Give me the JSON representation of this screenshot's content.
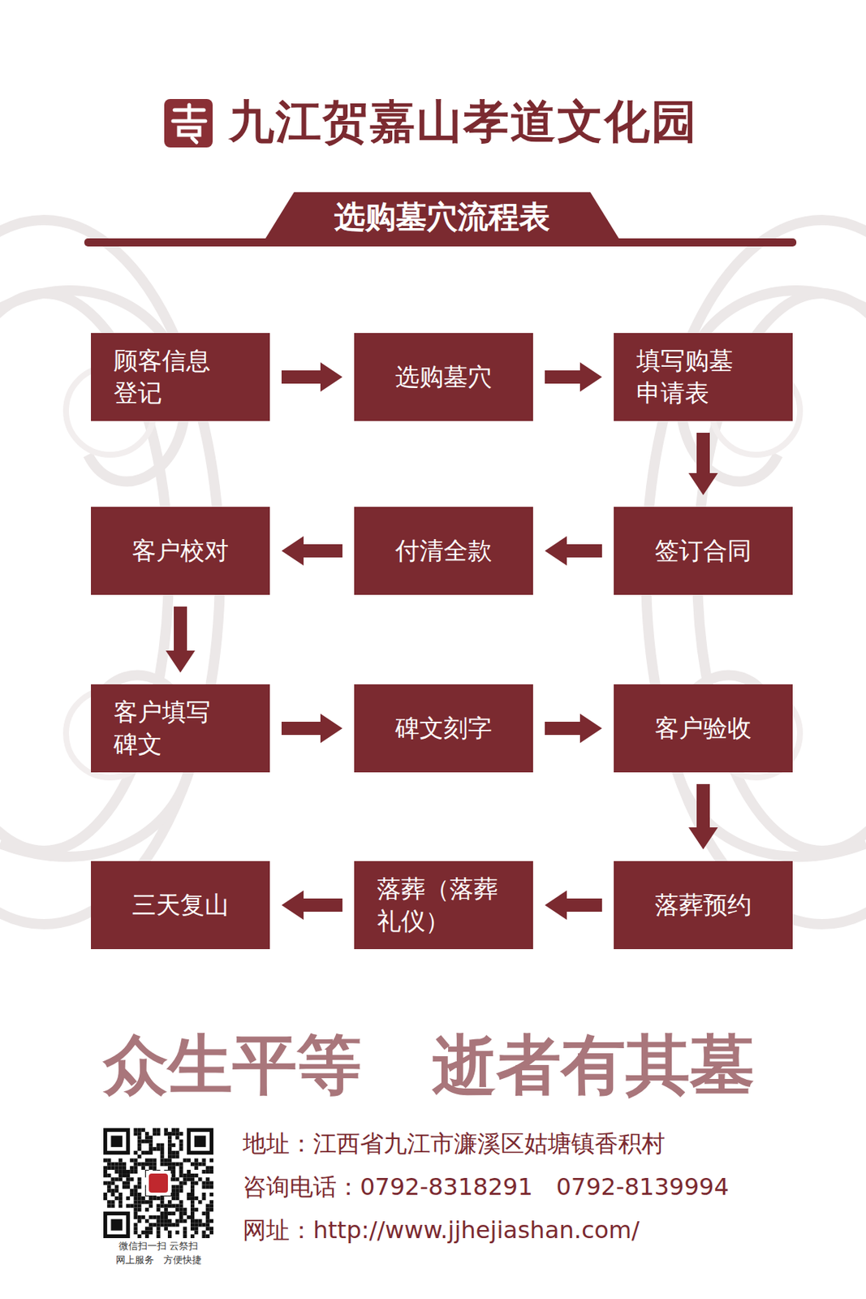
{
  "diagram": {
    "title": "九江贺嘉山孝道文化园",
    "nodes": [
      {
        "text": [
          "选购墓穴流程表"
        ]
      },
      {
        "text": [
          "顾客信息 登记"
        ]
      },
      {
        "text": [
          "选购墓穴"
        ]
      },
      {
        "text": [
          "填写购墓 申请表"
        ]
      },
      {
        "text": [
          "客户校对"
        ]
      },
      {
        "text": [
          "付清全款"
        ]
      },
      {
        "text": [
          "签订合同"
        ]
      },
      {
        "text": [
          "客户填写 碑文"
        ]
      },
      {
        "text": [
          "碑文刻字"
        ]
      },
      {
        "text": [
          "客户验收"
        ]
      },
      {
        "text": [
          "三天复山"
        ]
      },
      {
        "text": [
          "落葬（落葬 礼仪）"
        ]
      },
      {
        "text": [
          "落葬预约"
        ]
      }
    ],
    "edges": [
      {
        "from": 1,
        "to": 2,
        "arrow": "to"
      },
      {
        "from": 2,
        "to": 3,
        "arrow": "to"
      },
      {
        "from": 3,
        "to": 6,
        "arrow": "to"
      },
      {
        "from": 6,
        "to": 5,
        "arrow": "to"
      },
      {
        "from": 5,
        "to": 4,
        "arrow": "to"
      },
      {
        "from": 4,
        "to": 7,
        "arrow": "to"
      },
      {
        "from": 7,
        "to": 8,
        "arrow": "to"
      },
      {
        "from": 8,
        "to": 9,
        "arrow": "to"
      },
      {
        "from": 9,
        "to": 12,
        "arrow": "to"
      },
      {
        "from": 12,
        "to": 11,
        "arrow": "to"
      },
      {
        "from": 11,
        "to": 10,
        "arrow": "to"
      }
    ],
    "labels": [
      "众生平等",
      "逝者有其墓",
      "地址：江西省九江市濂溪区姑塘镇香积村",
      "咨询电话：0792-8318291　0792-8139994",
      "网址：http://www.jjhejiashan.com/",
      "微信扫一扫 云祭扫",
      "网上服务　方便快捷"
    ]
  }
}
